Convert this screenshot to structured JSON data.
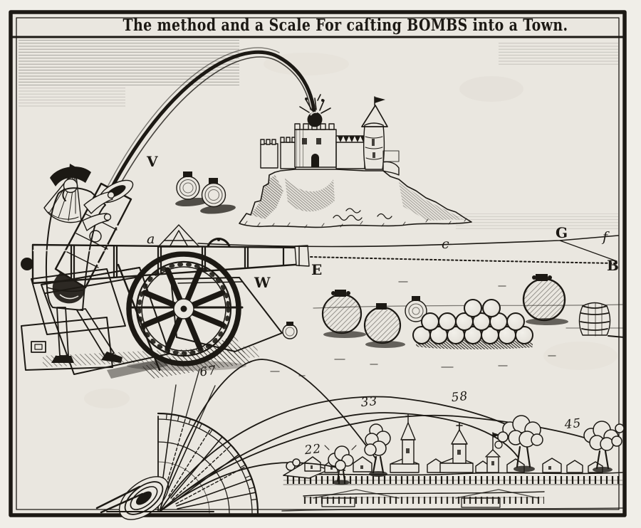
{
  "artwork": {
    "title": "The method and a Scale For caſting BOMBS into a Town.",
    "colors": {
      "ink": "#1c1914",
      "paper": "#eae7e0",
      "margin": "#f0eee8"
    },
    "reference_letters": {
      "V": "V",
      "a": "a",
      "E": "E",
      "W": "W",
      "c": "c",
      "G": "G",
      "f": "f",
      "B": "B"
    },
    "range_numbers": {
      "deg67": "67",
      "deg33": "33",
      "deg58": "58",
      "deg45": "45",
      "deg22": "22"
    }
  }
}
